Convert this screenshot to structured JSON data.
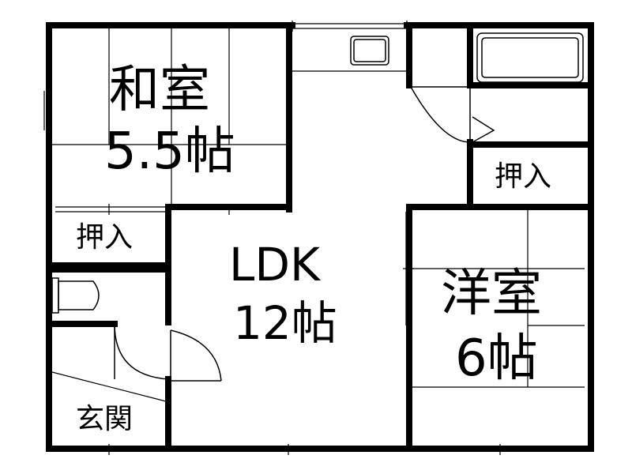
{
  "rooms": {
    "washitsu": {
      "name": "和室",
      "size": "5.5帖"
    },
    "ldk": {
      "name": "LDK",
      "size": "12帖"
    },
    "youshitsu": {
      "name": "洋室",
      "size": "6帖"
    },
    "oshiire_left": {
      "name": "押入"
    },
    "oshiire_right": {
      "name": "押入"
    },
    "genkan": {
      "name": "玄関"
    }
  }
}
